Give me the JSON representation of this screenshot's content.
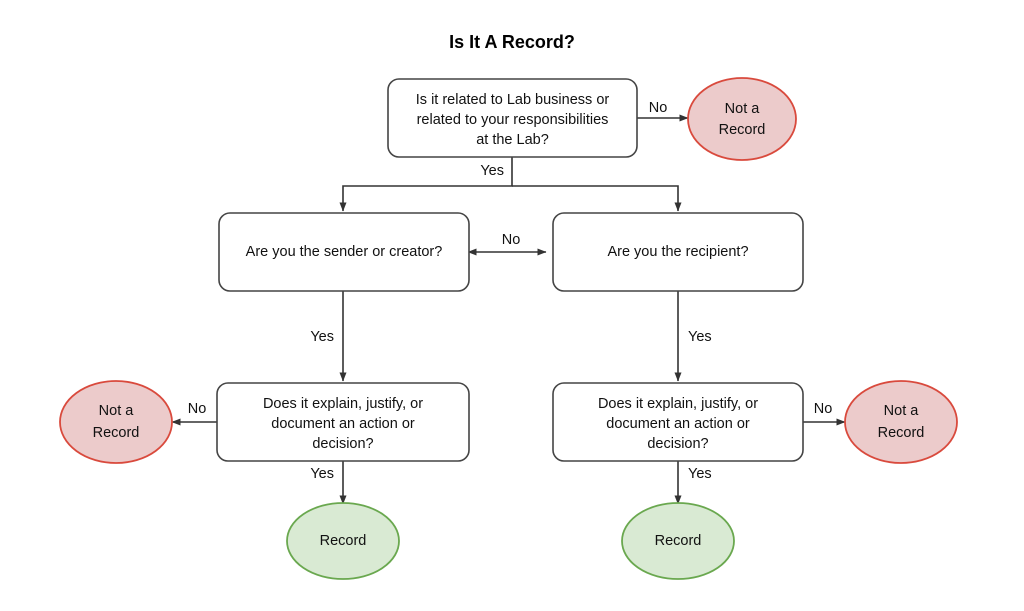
{
  "title": "Is It A Record?",
  "colors": {
    "box_fill": "#ffffff",
    "box_stroke": "#444444",
    "negative_fill": "#eccbcb",
    "negative_stroke": "#d94a3d",
    "positive_fill": "#d9ead3",
    "positive_stroke": "#6aa84f",
    "connector": "#333333",
    "text": "#111111",
    "background": "#ffffff"
  },
  "chart_data": {
    "type": "diagram",
    "title": "Is It A Record?",
    "nodes": [
      {
        "id": "q1",
        "kind": "decision-box",
        "lines": [
          "Is it related to Lab business or",
          "related to your responsibilities",
          "at the Lab?"
        ]
      },
      {
        "id": "not_a_record_top",
        "kind": "terminal-negative",
        "lines": [
          "Not a",
          "Record"
        ]
      },
      {
        "id": "q2_left",
        "kind": "decision-box",
        "lines": [
          "Are you the sender or creator?"
        ]
      },
      {
        "id": "q2_right",
        "kind": "decision-box",
        "lines": [
          "Are you the recipient?"
        ]
      },
      {
        "id": "q3_left",
        "kind": "decision-box",
        "lines": [
          "Does it explain, justify, or",
          "document an action or",
          "decision?"
        ]
      },
      {
        "id": "q3_right",
        "kind": "decision-box",
        "lines": [
          "Does it explain, justify, or",
          "document an action or",
          "decision?"
        ]
      },
      {
        "id": "not_a_record_left",
        "kind": "terminal-negative",
        "lines": [
          "Not a",
          "Record"
        ]
      },
      {
        "id": "not_a_record_right",
        "kind": "terminal-negative",
        "lines": [
          "Not a",
          "Record"
        ]
      },
      {
        "id": "record_left",
        "kind": "terminal-positive",
        "lines": [
          "Record"
        ]
      },
      {
        "id": "record_right",
        "kind": "terminal-positive",
        "lines": [
          "Record"
        ]
      }
    ],
    "edges": [
      {
        "id": "e1",
        "from": "q1",
        "to": "not_a_record_top",
        "label": "No"
      },
      {
        "id": "e2",
        "from": "q1",
        "to": "q2_left",
        "label": "Yes"
      },
      {
        "id": "e3",
        "from": "q1",
        "to": "q2_right",
        "label": ""
      },
      {
        "id": "e4",
        "from": "q2_left",
        "to": "q2_right",
        "label": "No",
        "bidirectional": true
      },
      {
        "id": "e5",
        "from": "q2_left",
        "to": "q3_left",
        "label": "Yes"
      },
      {
        "id": "e6",
        "from": "q2_right",
        "to": "q3_right",
        "label": "Yes"
      },
      {
        "id": "e7",
        "from": "q3_left",
        "to": "not_a_record_left",
        "label": "No"
      },
      {
        "id": "e8",
        "from": "q3_left",
        "to": "record_left",
        "label": "Yes"
      },
      {
        "id": "e9",
        "from": "q3_right",
        "to": "not_a_record_right",
        "label": "No"
      },
      {
        "id": "e10",
        "from": "q3_right",
        "to": "record_right",
        "label": "Yes"
      }
    ]
  },
  "nodes": {
    "q1": {
      "line1": "Is it related to Lab business or",
      "line2": "related to your responsibilities",
      "line3": "at the Lab?"
    },
    "not_a_record_top": {
      "line1": "Not a",
      "line2": "Record"
    },
    "q2_left": {
      "line1": "Are you the sender or creator?"
    },
    "q2_right": {
      "line1": "Are you the recipient?"
    },
    "q3_left": {
      "line1": "Does it explain, justify, or",
      "line2": "document an action or",
      "line3": "decision?"
    },
    "q3_right": {
      "line1": "Does it explain, justify, or",
      "line2": "document an action or",
      "line3": "decision?"
    },
    "not_a_record_left": {
      "line1": "Not a",
      "line2": "Record"
    },
    "not_a_record_right": {
      "line1": "Not a",
      "line2": "Record"
    },
    "record_left": {
      "line1": "Record"
    },
    "record_right": {
      "line1": "Record"
    }
  },
  "edge_labels": {
    "q1_no": "No",
    "q1_yes": "Yes",
    "q2_no": "No",
    "q2_left_yes": "Yes",
    "q2_right_yes": "Yes",
    "q3_left_no": "No",
    "q3_left_yes": "Yes",
    "q3_right_no": "No",
    "q3_right_yes": "Yes"
  }
}
